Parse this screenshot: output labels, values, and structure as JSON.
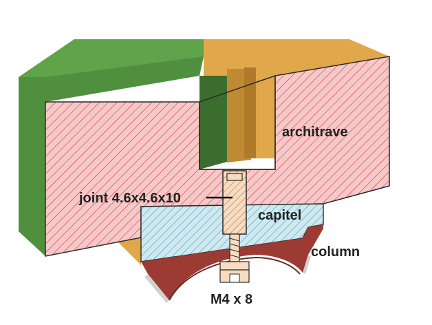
{
  "labels": {
    "architrave": "architrave",
    "joint": "joint 4.6x4.6x10",
    "capitel": "capitel",
    "column": "column",
    "screw": "M4 x 8"
  },
  "colors": {
    "green_block": "#4f8f3e",
    "green_dark": "#3b6e2e",
    "orange_block": "#e0a84a",
    "orange_dark": "#c08a34",
    "section_pink": "#f7c8c8",
    "hatch_red": "#c0303a",
    "section_blue": "#cdeaf1",
    "hatch_blue": "#4a7fa0",
    "section_peach": "#f8dcc0",
    "column_red": "#9c3a34",
    "column_grey": "#d0d0d0"
  }
}
